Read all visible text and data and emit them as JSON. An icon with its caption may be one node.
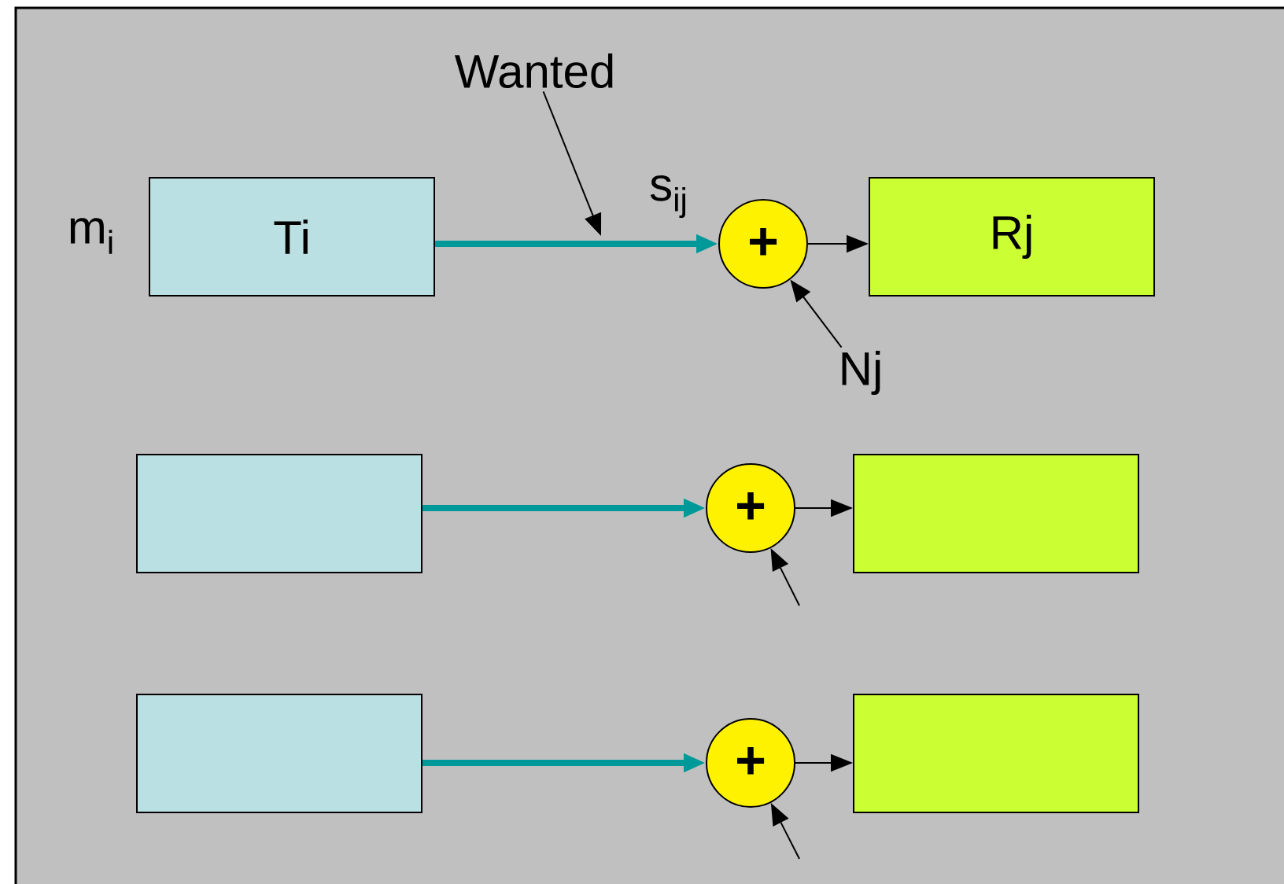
{
  "diagram": {
    "nodes": [
      {
        "text": [
          "Ti"
        ],
        "beside": [
          "m$_{i}$"
        ]
      },
      {
        "text": [
          "+"
        ]
      },
      {
        "text": [
          "Rj"
        ]
      },
      {
        "text": [
          "Wanted"
        ]
      },
      {
        "text": [
          "Nj"
        ]
      },
      {
        "text": [],
        "shape": "box"
      },
      {
        "text": [
          "+"
        ]
      },
      {
        "text": [],
        "shape": "box"
      },
      {
        "text": [],
        "shape": "box"
      },
      {
        "text": [
          "+"
        ]
      },
      {
        "text": [],
        "shape": "box"
      }
    ],
    "edges": [
      {
        "from": 0,
        "to": 1,
        "arrow": "to",
        "label": "s$_{ij}$",
        "style": "thick",
        "color": "#009999"
      },
      {
        "from": 1,
        "to": 2,
        "arrow": "to"
      },
      {
        "from": 3,
        "to": null,
        "arrow": "to"
      },
      {
        "from": 4,
        "to": 1,
        "arrow": "to"
      },
      {
        "from": 5,
        "to": 6,
        "arrow": "to",
        "style": "thick",
        "color": "#009999"
      },
      {
        "from": 6,
        "to": 7,
        "arrow": "to"
      },
      {
        "from": null,
        "to": 6,
        "arrow": "to"
      },
      {
        "from": 8,
        "to": 9,
        "arrow": "to",
        "style": "thick",
        "color": "#009999"
      },
      {
        "from": 9,
        "to": 10,
        "arrow": "to"
      },
      {
        "from": null,
        "to": 9,
        "arrow": "to"
      }
    ]
  }
}
